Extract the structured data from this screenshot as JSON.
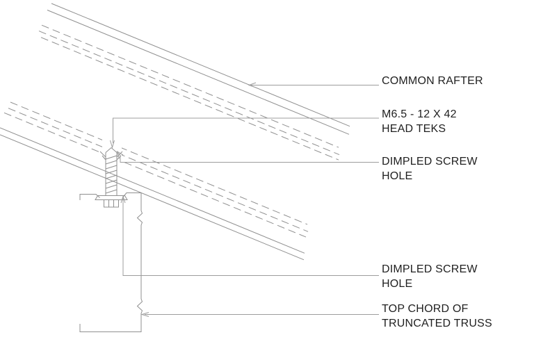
{
  "page": {
    "background": "#ffffff"
  },
  "drawing": {
    "type": "construction-detail-section",
    "colors": {
      "line": "#8f8f8f",
      "leader": "#9c9c9c",
      "text": "#1f1f1f",
      "background": "#ffffff"
    },
    "labels": [
      {
        "lines": [
          "COMMON RAFTER"
        ]
      },
      {
        "lines": [
          "M6.5 - 12 X 42",
          "HEAD TEKS"
        ]
      },
      {
        "lines": [
          "DIMPLED SCREW",
          "HOLE"
        ]
      },
      {
        "lines": [
          "DIMPLED SCREW",
          "HOLE"
        ]
      },
      {
        "lines": [
          "TOP CHORD OF",
          "TRUNCATED TRUSS"
        ]
      }
    ]
  }
}
